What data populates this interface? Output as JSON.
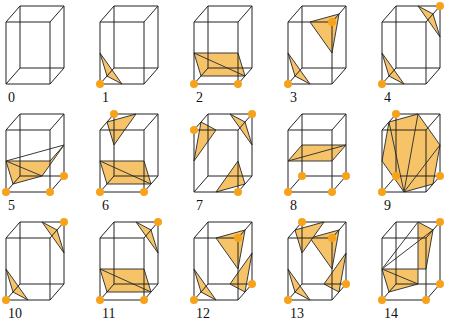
{
  "diagram": {
    "labels": [
      "0",
      "1",
      "2",
      "3",
      "4",
      "5",
      "6",
      "7",
      "8",
      "9",
      "10",
      "11",
      "12",
      "13",
      "14"
    ]
  }
}
